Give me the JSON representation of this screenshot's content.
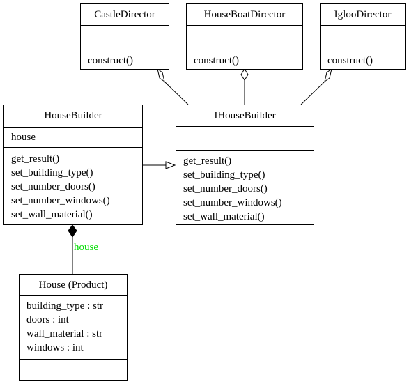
{
  "classes": {
    "castle_director": {
      "name": "CastleDirector",
      "attributes": [],
      "methods": [
        "construct()"
      ]
    },
    "houseboat_director": {
      "name": "HouseBoatDirector",
      "attributes": [],
      "methods": [
        "construct()"
      ]
    },
    "igloo_director": {
      "name": "IglooDirector",
      "attributes": [],
      "methods": [
        "construct()"
      ]
    },
    "house_builder": {
      "name": "HouseBuilder",
      "attributes": [
        "house"
      ],
      "methods": [
        "get_result()",
        "set_building_type()",
        "set_number_doors()",
        "set_number_windows()",
        "set_wall_material()"
      ]
    },
    "ihouse_builder": {
      "name": "IHouseBuilder",
      "attributes": [],
      "methods": [
        "get_result()",
        "set_building_type()",
        "set_number_doors()",
        "set_number_windows()",
        "set_wall_material()"
      ]
    },
    "house_product": {
      "name": "House (Product)",
      "attributes": [
        "building_type : str",
        "doors : int",
        "wall_material : str",
        "windows : int"
      ],
      "methods": []
    }
  },
  "relations": {
    "composition_label": "house"
  },
  "colors": {
    "composition_label": "#00dd00",
    "stroke": "#000000"
  }
}
